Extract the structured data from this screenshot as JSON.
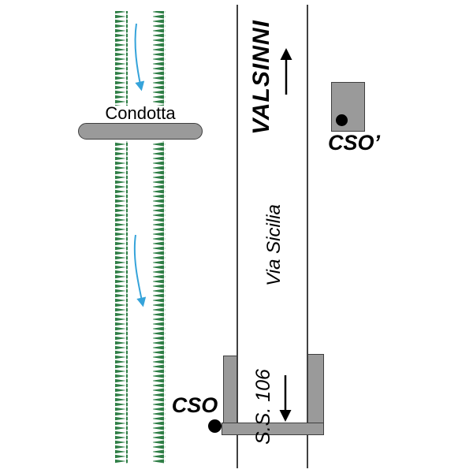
{
  "diagram": {
    "canal": {
      "label": "Condotta",
      "flow_direction": "down"
    },
    "road": {
      "destination": "VALSINNI",
      "street_name": "Via Sicilia",
      "route_number": "S.S. 106"
    },
    "points": {
      "cso": "CSO",
      "cso_prime": "CSO’"
    },
    "colors": {
      "canal_green": "#2e7e45",
      "flow_blue": "#35a3da",
      "structure_gray": "#9a9a9a",
      "ink": "#000000"
    }
  }
}
